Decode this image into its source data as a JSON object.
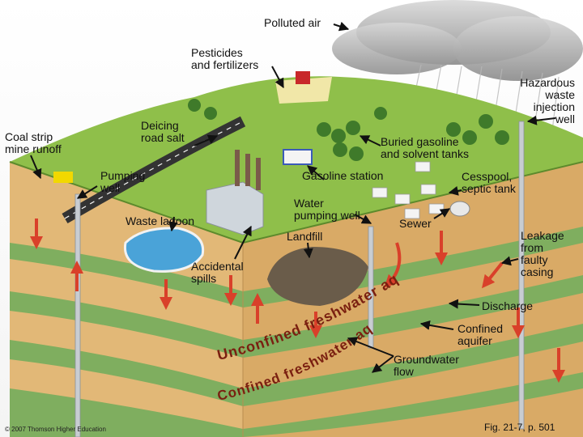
{
  "labels": {
    "polluted_air": "Polluted air",
    "pesticides": "Pesticides\nand fertilizers",
    "hazardous_well": "Hazardous\nwaste\ninjection\nwell",
    "coal_strip": "Coal strip\nmine runoff",
    "deicing": "Deicing\nroad salt",
    "buried_gasoline": "Buried gasoline\nand solvent tanks",
    "pumping_well": "Pumping\nwell",
    "gasoline_station": "Gasoline station",
    "cesspool": "Cesspool,\nseptic tank",
    "water_pumping_well": "Water\npumping well",
    "sewer": "Sewer",
    "waste_lagoon": "Waste lagoon",
    "landfill": "Landfill",
    "leakage": "Leakage\nfrom\nfaulty\ncasing",
    "accidental_spills": "Accidental\nspills",
    "discharge": "Discharge",
    "confined_aquifer": "Confined\naquifer",
    "groundwater_flow": "Groundwater\nflow",
    "unconfined_aquifer": "Unconfined freshwater aquifer",
    "confined_freshwater": "Confined freshwater aquifer"
  },
  "footer": {
    "credit": "© 2007 Thomson Higher Education",
    "figure": "Fig. 21-7, p. 501"
  },
  "colors": {
    "grass": "#8fbf4a",
    "soil": "#e2b877",
    "aquifer": "#7fae5f",
    "arrow": "#d9402a",
    "water": "#4aa3d8"
  }
}
